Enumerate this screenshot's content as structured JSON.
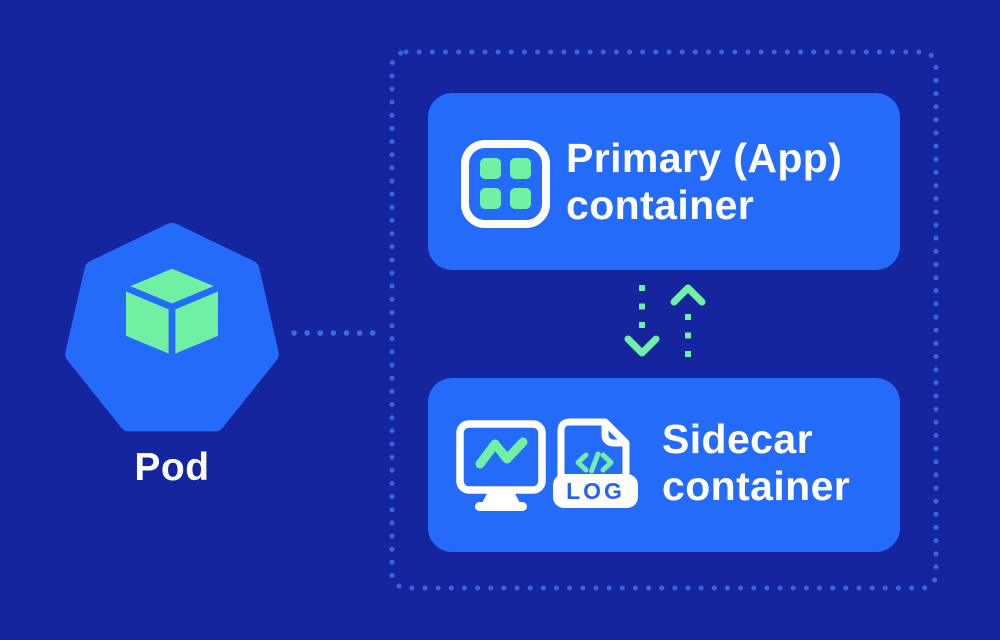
{
  "diagram": {
    "kind": "kubernetes-sidecar-pattern",
    "pod": {
      "label": "Pod"
    },
    "primary_container": {
      "label_line1": "Primary (App)",
      "label_line2": "container"
    },
    "sidecar_container": {
      "label_line1": "Sidecar",
      "label_line2": "container",
      "log_badge": "LOG"
    },
    "relationships": {
      "pod_to_boundary": "dotted-line",
      "primary_to_sidecar": "dotted-arrow-down",
      "sidecar_to_primary": "dotted-arrow-up"
    }
  },
  "colors": {
    "background": "#15259E",
    "card_blue": "#246BFA",
    "dot_blue": "#3A6CE4",
    "green": "#6FF0A2",
    "white": "#FFFFFF",
    "log_text_blue": "#2761F5"
  }
}
